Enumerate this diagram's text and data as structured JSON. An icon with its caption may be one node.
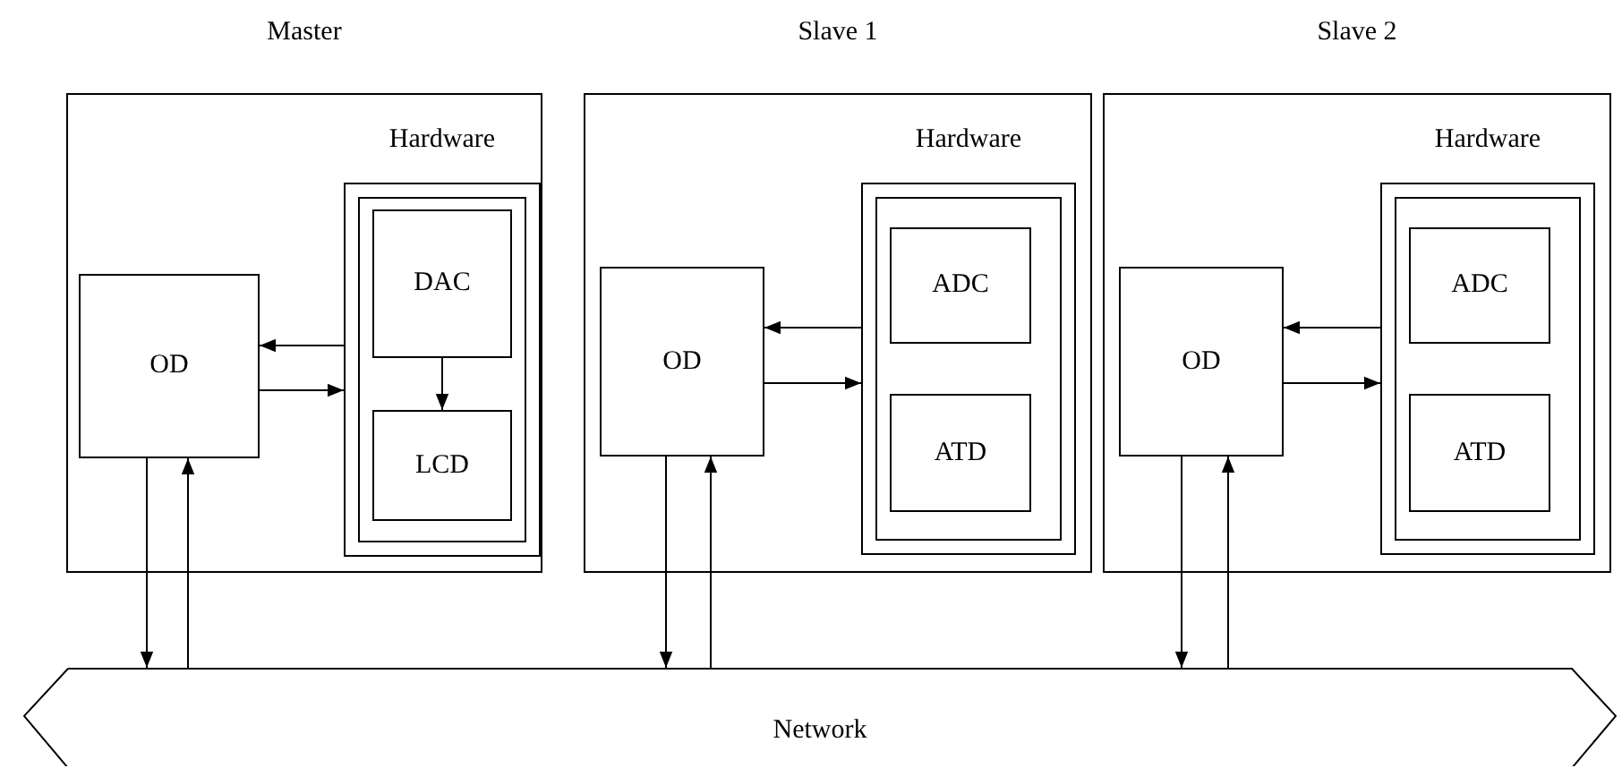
{
  "diagram": {
    "nodes": [
      {
        "text": [
          "Master"
        ]
      },
      {
        "text": [
          "Hardware"
        ],
        "in": 0
      },
      {
        "text": [
          "DAC"
        ],
        "in": 1
      },
      {
        "text": [
          "LCD"
        ],
        "in": 1
      },
      {
        "text": [
          "OD"
        ],
        "in": 0
      },
      {
        "text": [
          "Slave 1"
        ]
      },
      {
        "text": [
          "Hardware"
        ],
        "in": 5
      },
      {
        "text": [
          "ADC"
        ],
        "in": 6
      },
      {
        "text": [
          "ATD"
        ],
        "in": 6
      },
      {
        "text": [
          "OD"
        ],
        "in": 5
      },
      {
        "text": [
          "Slave 2"
        ]
      },
      {
        "text": [
          "Hardware"
        ],
        "in": 10
      },
      {
        "text": [
          "ADC"
        ],
        "in": 11
      },
      {
        "text": [
          "ATD"
        ],
        "in": 11
      },
      {
        "text": [
          "OD"
        ],
        "in": 10
      },
      {
        "text": [
          "Network"
        ]
      }
    ],
    "edges": [
      {
        "from": 1,
        "to": 4,
        "arrow": "to"
      },
      {
        "from": 4,
        "to": 1,
        "arrow": "to"
      },
      {
        "from": 2,
        "to": 3,
        "arrow": "to"
      },
      {
        "from": 4,
        "to": 15,
        "arrow": "to"
      },
      {
        "from": 15,
        "to": 4,
        "arrow": "to"
      },
      {
        "from": 6,
        "to": 9,
        "arrow": "to"
      },
      {
        "from": 9,
        "to": 6,
        "arrow": "to"
      },
      {
        "from": 9,
        "to": 15,
        "arrow": "to"
      },
      {
        "from": 15,
        "to": 9,
        "arrow": "to"
      },
      {
        "from": 11,
        "to": 14,
        "arrow": "to"
      },
      {
        "from": 14,
        "to": 11,
        "arrow": "to"
      },
      {
        "from": 14,
        "to": 15,
        "arrow": "to"
      },
      {
        "from": 15,
        "to": 14,
        "arrow": "to"
      }
    ]
  }
}
